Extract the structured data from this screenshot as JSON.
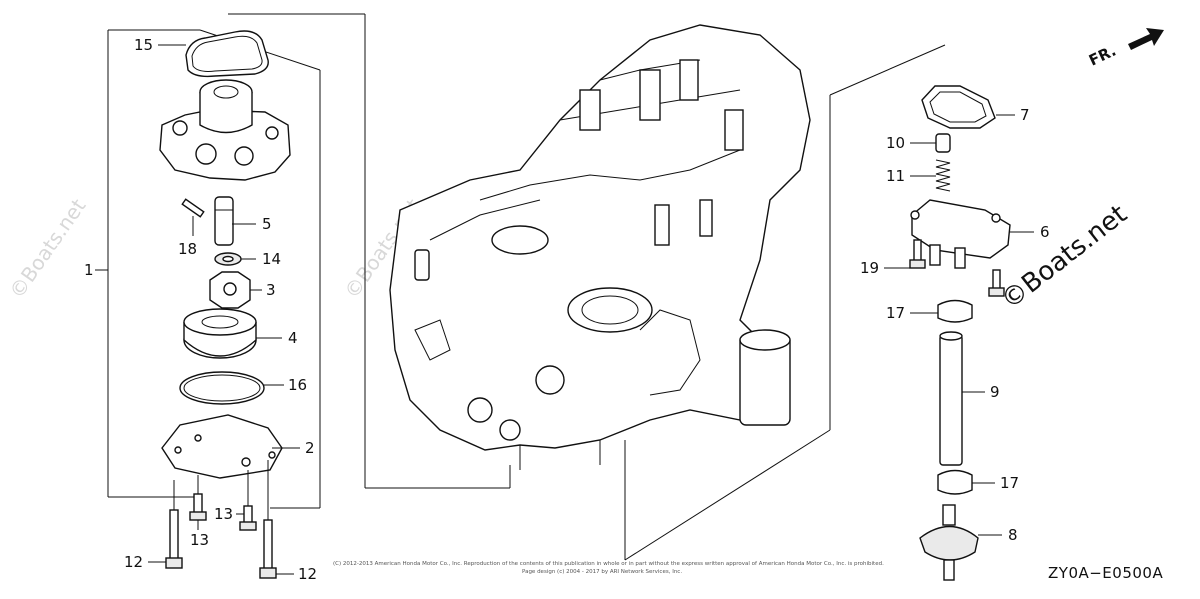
{
  "diagram": {
    "code": "ZY0A−E0500A",
    "fr_label": "FR.",
    "watermark": "©Boats.net",
    "copyright_line1": "(C) 2012-2013 American Honda Motor Co., Inc. Reproduction of the contents of this publication in whole or in part without the express written approval of American Honda Motor Co., Inc. is prohibited.",
    "copyright_line2": "Page design (c) 2004 - 2017 by ARI Network Services, Inc.",
    "callouts": {
      "c1": "1",
      "c2": "2",
      "c3": "3",
      "c4": "4",
      "c5": "5",
      "c6": "6",
      "c7": "7",
      "c8": "8",
      "c9": "9",
      "c10": "10",
      "c11": "11",
      "c12a": "12",
      "c12b": "12",
      "c13a": "13",
      "c13b": "13",
      "c14": "14",
      "c15": "15",
      "c16": "16",
      "c17a": "17",
      "c17b": "17",
      "c18": "18",
      "c19": "19"
    }
  }
}
